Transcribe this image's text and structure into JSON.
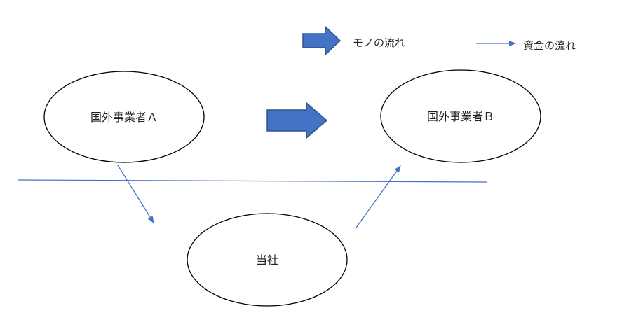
{
  "legend": {
    "goods_flow_label": "モノの流れ",
    "money_flow_label": "資金の流れ"
  },
  "nodes": {
    "foreign_a": "国外事業者Ａ",
    "foreign_b": "国外事業者Ｂ",
    "company": "当社"
  },
  "colors": {
    "block_arrow_fill": "#4472c4",
    "block_arrow_stroke": "#2f528f",
    "line_color": "#4472c4",
    "ellipse_stroke": "#000000"
  }
}
